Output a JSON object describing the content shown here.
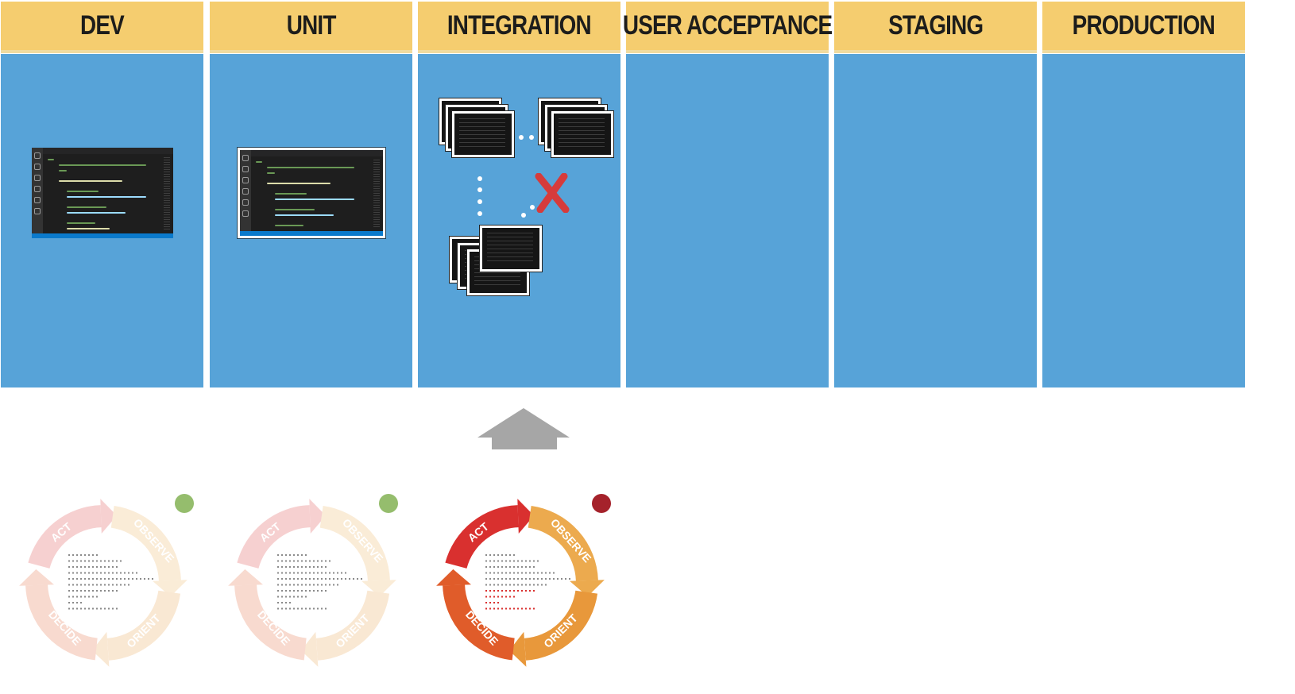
{
  "stages": [
    {
      "id": "dev",
      "label": "DEV"
    },
    {
      "id": "unit",
      "label": "UNIT"
    },
    {
      "id": "integration",
      "label": "INTEGRATION"
    },
    {
      "id": "uat",
      "label": "USER ACCEPTANCE"
    },
    {
      "id": "staging",
      "label": "STAGING"
    },
    {
      "id": "production",
      "label": "PRODUCTION"
    }
  ],
  "cycles": [
    {
      "stage": "dev",
      "status": "pass",
      "status_color": "#95bd6d",
      "faded": true,
      "labels": {
        "act": "ACT",
        "observe": "OBSERVE",
        "orient": "ORIENT",
        "decide": "DECIDE"
      }
    },
    {
      "stage": "unit",
      "status": "pass",
      "status_color": "#95bd6d",
      "faded": true,
      "labels": {
        "act": "ACT",
        "observe": "OBSERVE",
        "orient": "ORIENT",
        "decide": "DECIDE"
      }
    },
    {
      "stage": "integration",
      "status": "fail",
      "status_color": "#a5222b",
      "faded": false,
      "labels": {
        "act": "ACT",
        "observe": "OBSERVE",
        "orient": "ORIENT",
        "decide": "DECIDE"
      }
    }
  ],
  "colors": {
    "header": "#f5cd6f",
    "lane": "#57a3d8",
    "promote_arrow": "#a6a6a6",
    "fail_mark": "#d63b3b"
  },
  "icons": [
    "code-editor-icon",
    "error-x-icon",
    "promote-arrow-icon",
    "ooda-cycle-icon",
    "status-dot-icon"
  ]
}
